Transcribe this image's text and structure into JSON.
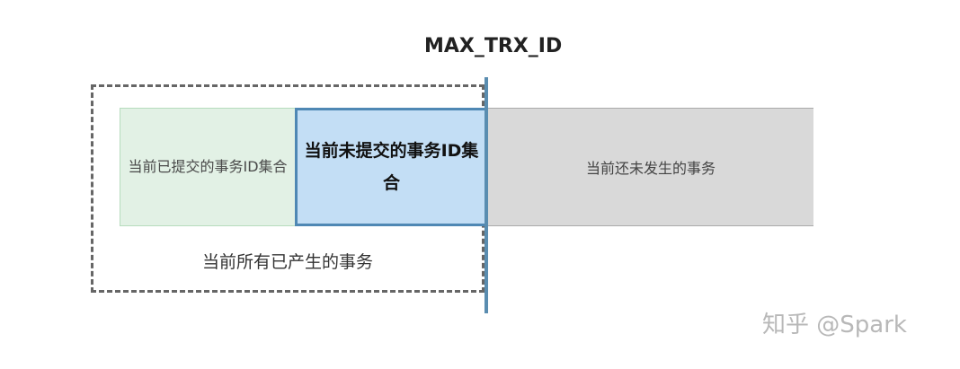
{
  "marker": {
    "label": "MAX_TRX_ID"
  },
  "boxes": {
    "committed": {
      "label": "当前已提交的事务ID集合"
    },
    "active": {
      "label": "当前未提交的事务ID集合"
    },
    "future": {
      "label": "当前还未发生的事务"
    }
  },
  "group": {
    "label": "当前所有已产生的事务"
  },
  "watermark": {
    "text": "知乎 @Spark"
  },
  "colors": {
    "committed_fill": "#e2f1e5",
    "active_fill": "#c3def5",
    "active_border": "#4f88b4",
    "future_fill": "#d9d9d9",
    "marker_line": "#5a8db0"
  }
}
